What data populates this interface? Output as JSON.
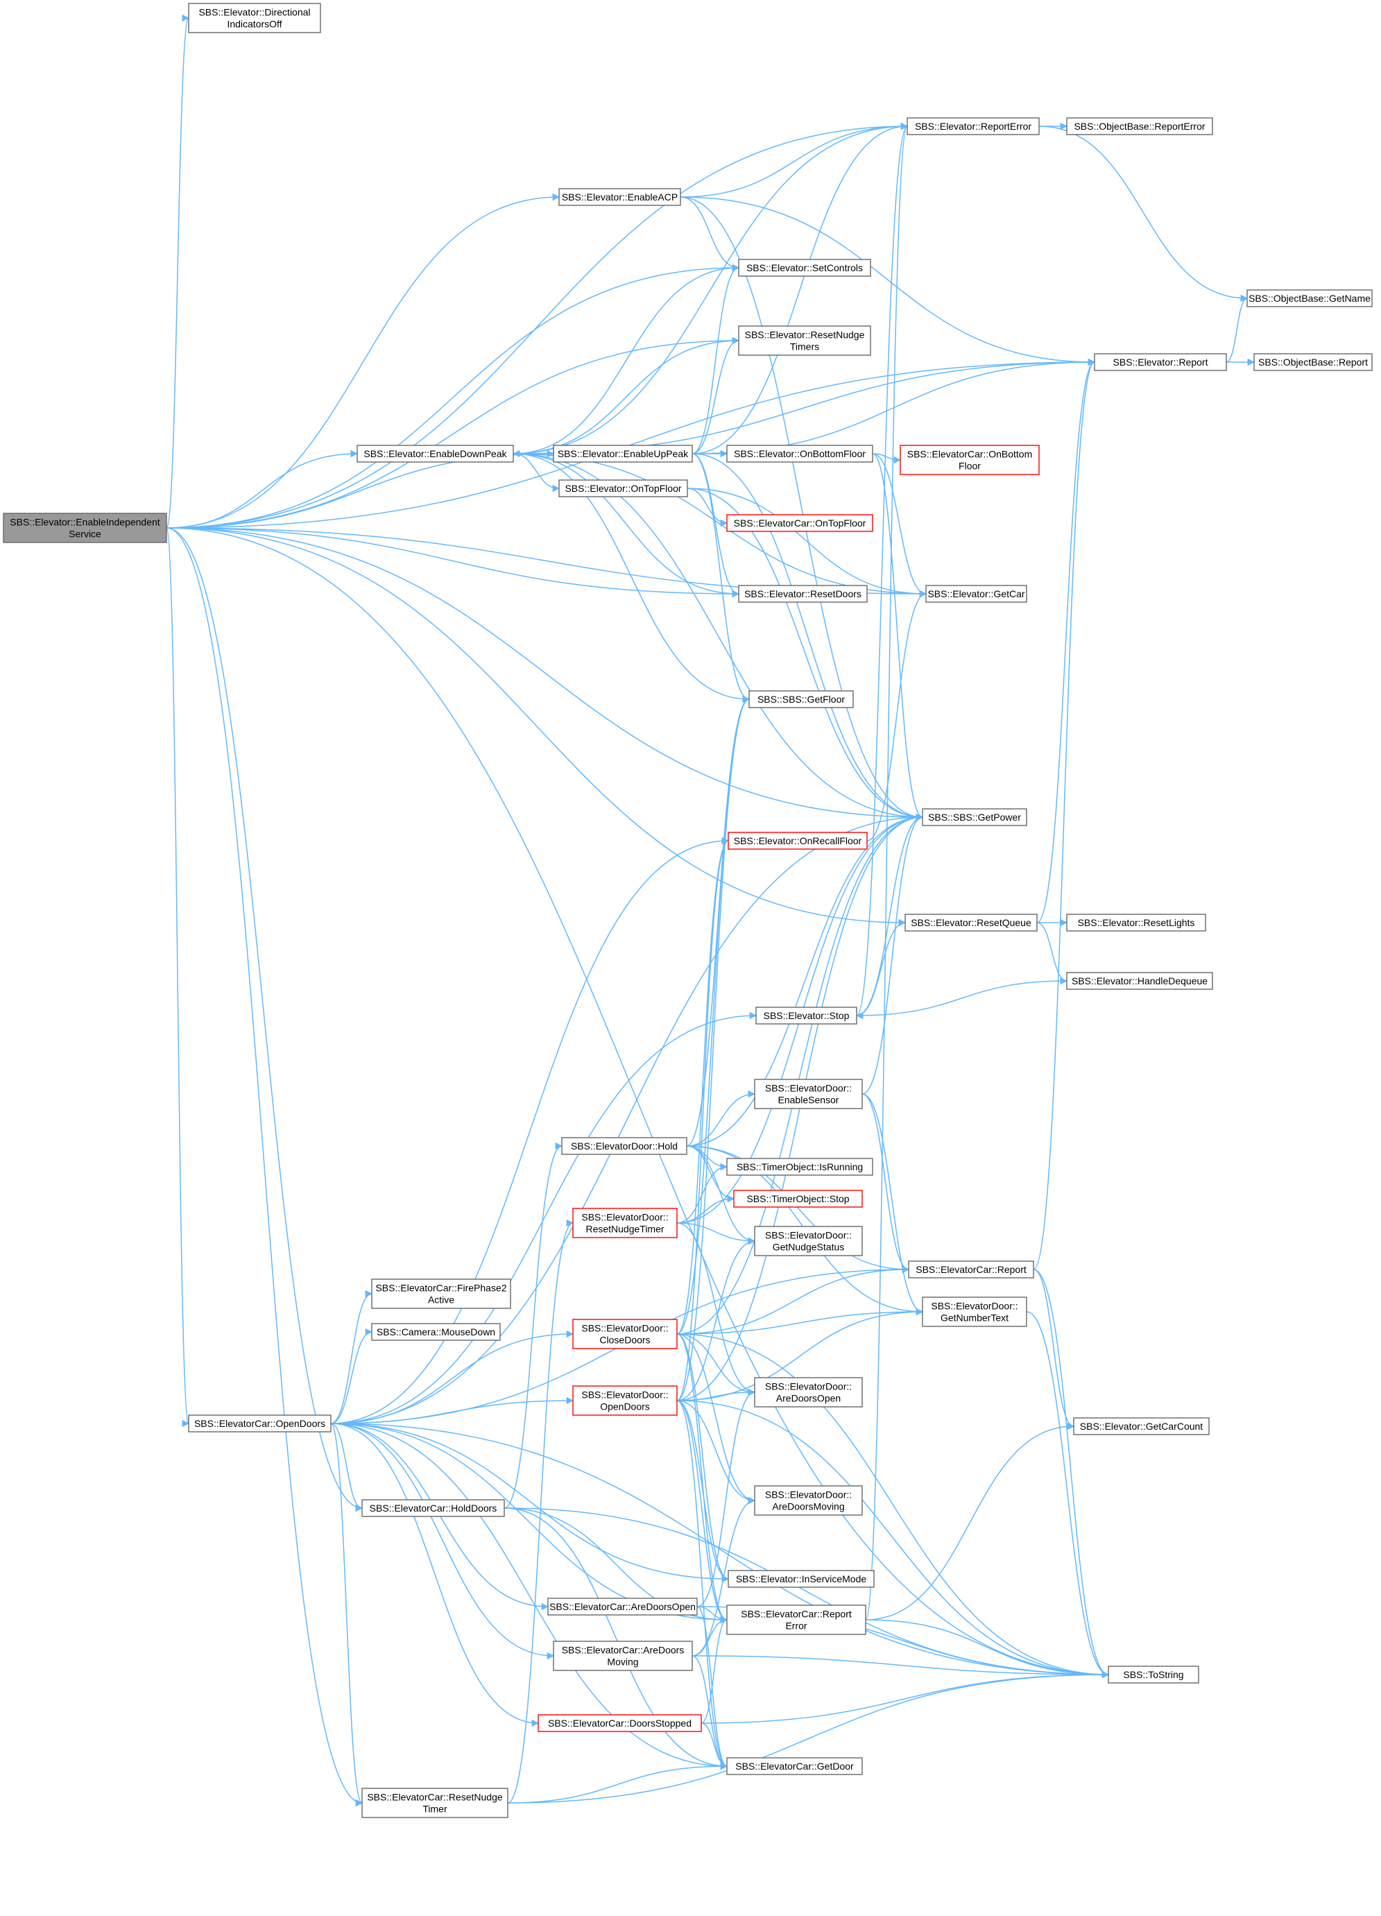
{
  "diagram": {
    "type": "call-graph",
    "colors": {
      "edge": "#63b8ff",
      "node_border": "#666666",
      "highlight_border": "#ff0000",
      "focus_fill": "#999999"
    },
    "nodes": [
      {
        "id": "enableindep",
        "lines": [
          "SBS::Elevator::EnableIndependent",
          "Service"
        ],
        "focus": true
      },
      {
        "id": "dirind",
        "lines": [
          "SBS::Elevator::Directional",
          "IndicatorsOff"
        ]
      },
      {
        "id": "reporterror",
        "lines": [
          "SBS::Elevator::ReportError"
        ]
      },
      {
        "id": "obj_reporterror",
        "lines": [
          "SBS::ObjectBase::ReportError"
        ]
      },
      {
        "id": "enableacp",
        "lines": [
          "SBS::Elevator::EnableACP"
        ]
      },
      {
        "id": "setcontrols",
        "lines": [
          "SBS::Elevator::SetControls"
        ]
      },
      {
        "id": "obj_getname",
        "lines": [
          "SBS::ObjectBase::GetName"
        ]
      },
      {
        "id": "resetnudgetimers",
        "lines": [
          "SBS::Elevator::ResetNudge",
          "Timers"
        ]
      },
      {
        "id": "report",
        "lines": [
          "SBS::Elevator::Report"
        ]
      },
      {
        "id": "obj_report",
        "lines": [
          "SBS::ObjectBase::Report"
        ]
      },
      {
        "id": "enabledownpeak",
        "lines": [
          "SBS::Elevator::EnableDownPeak"
        ]
      },
      {
        "id": "enableuppeak",
        "lines": [
          "SBS::Elevator::EnableUpPeak"
        ]
      },
      {
        "id": "onbottomfloor",
        "lines": [
          "SBS::Elevator::OnBottomFloor"
        ]
      },
      {
        "id": "car_onbottomfloor",
        "lines": [
          "SBS::ElevatorCar::OnBottom",
          "Floor"
        ],
        "red": true
      },
      {
        "id": "ontopfloor",
        "lines": [
          "SBS::Elevator::OnTopFloor"
        ]
      },
      {
        "id": "car_ontopfloor",
        "lines": [
          "SBS::ElevatorCar::OnTopFloor"
        ],
        "red": true
      },
      {
        "id": "resetdoors",
        "lines": [
          "SBS::Elevator::ResetDoors"
        ]
      },
      {
        "id": "getcar",
        "lines": [
          "SBS::Elevator::GetCar"
        ]
      },
      {
        "id": "getfloor",
        "lines": [
          "SBS::SBS::GetFloor"
        ]
      },
      {
        "id": "getpower",
        "lines": [
          "SBS::SBS::GetPower"
        ]
      },
      {
        "id": "onrecallfloor",
        "lines": [
          "SBS::Elevator::OnRecallFloor"
        ],
        "red": true
      },
      {
        "id": "resetqueue",
        "lines": [
          "SBS::Elevator::ResetQueue"
        ]
      },
      {
        "id": "resetlights",
        "lines": [
          "SBS::Elevator::ResetLights"
        ]
      },
      {
        "id": "handledequeue",
        "lines": [
          "SBS::Elevator::HandleDequeue"
        ]
      },
      {
        "id": "stop",
        "lines": [
          "SBS::Elevator::Stop"
        ]
      },
      {
        "id": "enablesensor",
        "lines": [
          "SBS::ElevatorDoor::",
          "EnableSensor"
        ]
      },
      {
        "id": "door_hold",
        "lines": [
          "SBS::ElevatorDoor::Hold"
        ]
      },
      {
        "id": "isrunning",
        "lines": [
          "SBS::TimerObject::IsRunning"
        ]
      },
      {
        "id": "timerstop",
        "lines": [
          "SBS::TimerObject::Stop"
        ],
        "red": true
      },
      {
        "id": "door_resetnudgetimer",
        "lines": [
          "SBS::ElevatorDoor::",
          "ResetNudgeTimer"
        ],
        "red": true
      },
      {
        "id": "getnudgestatus",
        "lines": [
          "SBS::ElevatorDoor::",
          "GetNudgeStatus"
        ]
      },
      {
        "id": "car_report",
        "lines": [
          "SBS::ElevatorCar::Report"
        ]
      },
      {
        "id": "firephase2",
        "lines": [
          "SBS::ElevatorCar::FirePhase2",
          "Active"
        ]
      },
      {
        "id": "getnumbertext",
        "lines": [
          "SBS::ElevatorDoor::",
          "GetNumberText"
        ]
      },
      {
        "id": "mousedown",
        "lines": [
          "SBS::Camera::MouseDown"
        ]
      },
      {
        "id": "closedoors",
        "lines": [
          "SBS::ElevatorDoor::",
          "CloseDoors"
        ],
        "red": true
      },
      {
        "id": "door_aredoorsopen",
        "lines": [
          "SBS::ElevatorDoor::",
          "AreDoorsOpen"
        ]
      },
      {
        "id": "door_opendoors",
        "lines": [
          "SBS::ElevatorDoor::",
          "OpenDoors"
        ],
        "red": true
      },
      {
        "id": "car_opendoors",
        "lines": [
          "SBS::ElevatorCar::OpenDoors"
        ]
      },
      {
        "id": "getcarcount",
        "lines": [
          "SBS::Elevator::GetCarCount"
        ]
      },
      {
        "id": "car_holddoors",
        "lines": [
          "SBS::ElevatorCar::HoldDoors"
        ]
      },
      {
        "id": "door_aredoorsmoving",
        "lines": [
          "SBS::ElevatorDoor::",
          "AreDoorsMoving"
        ]
      },
      {
        "id": "inservicemode",
        "lines": [
          "SBS::Elevator::InServiceMode"
        ]
      },
      {
        "id": "car_aredoorsopen",
        "lines": [
          "SBS::ElevatorCar::AreDoorsOpen"
        ]
      },
      {
        "id": "car_reporterror",
        "lines": [
          "SBS::ElevatorCar::Report",
          "Error"
        ]
      },
      {
        "id": "car_aredoorsmoving",
        "lines": [
          "SBS::ElevatorCar::AreDoors",
          "Moving"
        ]
      },
      {
        "id": "tostring",
        "lines": [
          "SBS::ToString"
        ]
      },
      {
        "id": "doorsstopped",
        "lines": [
          "SBS::ElevatorCar::DoorsStopped"
        ],
        "red": true
      },
      {
        "id": "getdoor",
        "lines": [
          "SBS::ElevatorCar::GetDoor"
        ]
      },
      {
        "id": "car_resetnudgetimer",
        "lines": [
          "SBS::ElevatorCar::ResetNudge",
          "Timer"
        ]
      }
    ]
  }
}
